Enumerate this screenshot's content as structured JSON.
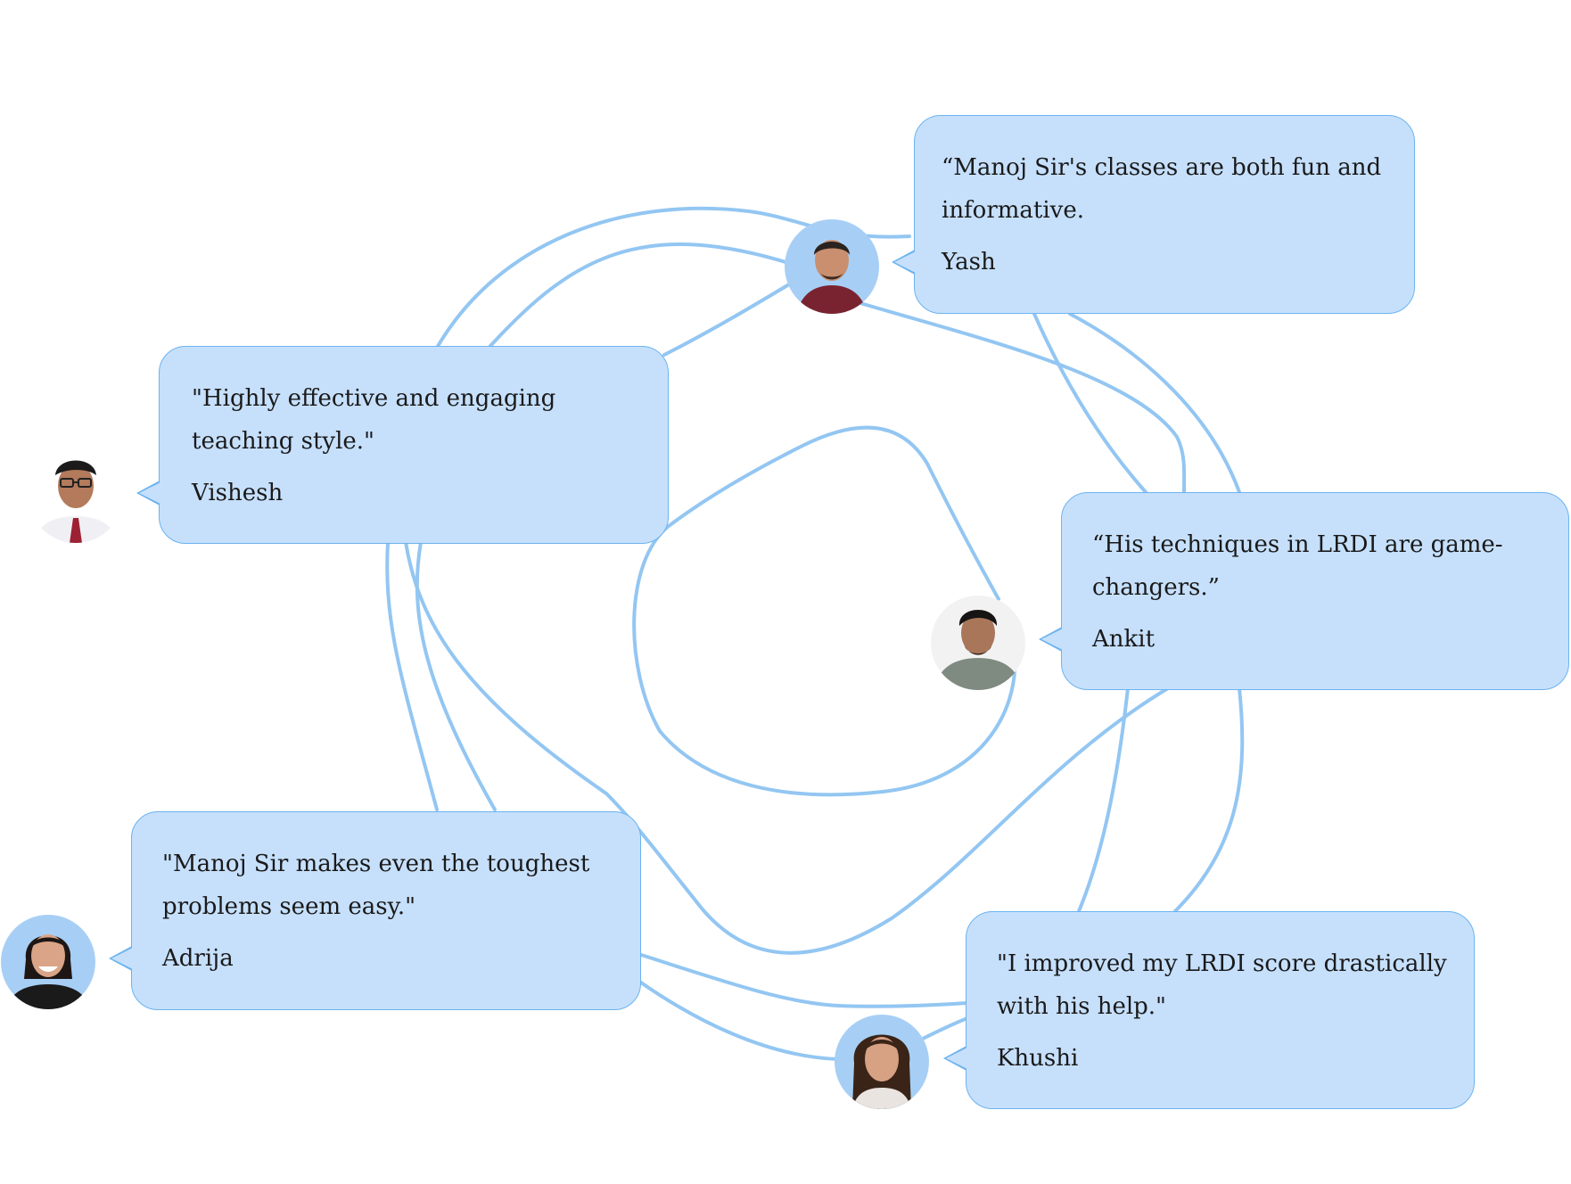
{
  "testimonials": [
    {
      "quote": "“Manoj Sir's classes are both fun and informative.",
      "author": "Yash",
      "avatar_icon": "student-portrait-yash"
    },
    {
      "quote": "\"Highly effective and engaging teaching style.\"",
      "author": "Vishesh",
      "avatar_icon": "student-portrait-vishesh"
    },
    {
      "quote": "“His techniques in LRDI are game-changers.”",
      "author": "Ankit",
      "avatar_icon": "student-portrait-ankit"
    },
    {
      "quote": "\"Manoj Sir makes even the toughest problems seem easy.\"",
      "author": "Adrija",
      "avatar_icon": "student-portrait-adrija"
    },
    {
      "quote": "\"I improved my LRDI score drastically with his help.\"",
      "author": "Khushi",
      "avatar_icon": "student-portrait-khushi"
    }
  ],
  "colors": {
    "bubble_fill": "#c6e0fc",
    "bubble_border": "#6cb3ef",
    "curve_stroke": "#93c6f2"
  }
}
